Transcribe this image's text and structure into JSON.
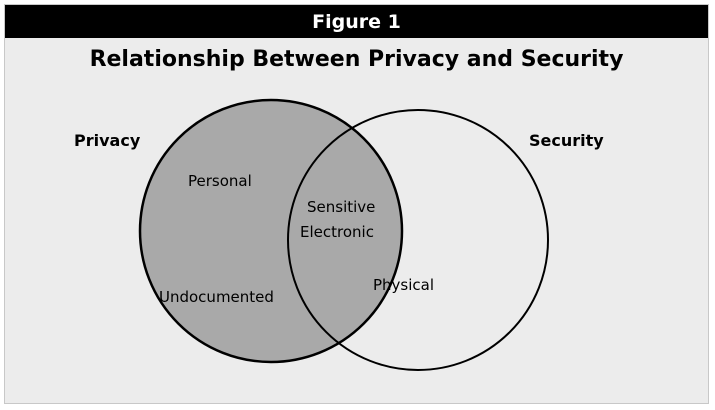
{
  "figure_label": "Figure 1",
  "title": "Relationship Between Privacy and Security",
  "sets": {
    "privacy": {
      "label": "Privacy",
      "items": [
        "Personal",
        "Undocumented"
      ]
    },
    "security": {
      "label": "Security",
      "items": [
        "Physical"
      ]
    },
    "intersection": {
      "items": [
        "Sensitive",
        "Electronic"
      ]
    }
  },
  "colors": {
    "header_bg": "#000000",
    "header_text": "#ffffff",
    "panel_bg": "#ececec",
    "privacy_fill": "#a9a9a9",
    "security_fill": "#ffffff",
    "outline": "#000000"
  }
}
